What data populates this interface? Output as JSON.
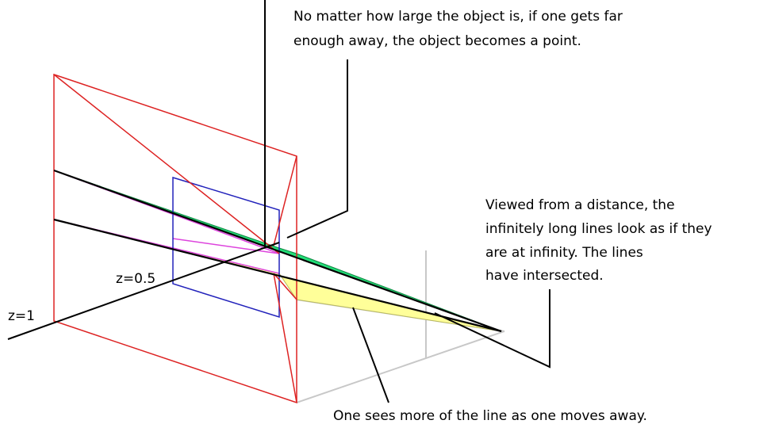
{
  "labels": {
    "z_half": "z=0.5",
    "z_one": "z=1"
  },
  "annotations": {
    "point_line1": "No matter how large the object is, if one gets far",
    "point_line2": "enough away, the object becomes a point.",
    "infinity_line1": "Viewed from a distance, the",
    "infinity_line2": "infinitely long lines look as if they",
    "infinity_line3": "are at infinity. The lines",
    "infinity_line4": "have intersected.",
    "more_line": "One sees more of the line as one moves away."
  },
  "colors": {
    "outer_plane": "#dd2222",
    "inner_plane": "#2222bb",
    "green_fill": "#22dd77",
    "yellow_fill": "#ffff99",
    "magenta_edge": "#dd44dd",
    "grey_edge": "#c0c0c0",
    "leader": "#000000"
  }
}
